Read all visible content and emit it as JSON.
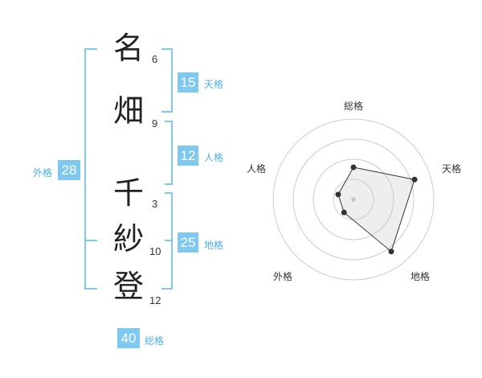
{
  "name": {
    "characters": [
      {
        "char": "名",
        "strokes": "6"
      },
      {
        "char": "畑",
        "strokes": "9"
      },
      {
        "char": "千",
        "strokes": "3"
      },
      {
        "char": "紗",
        "strokes": "10"
      },
      {
        "char": "登",
        "strokes": "12"
      }
    ]
  },
  "fortune": {
    "tenkaku": {
      "value": "15",
      "label": "天格"
    },
    "jinkaku": {
      "value": "12",
      "label": "人格"
    },
    "chikaku": {
      "value": "25",
      "label": "地格"
    },
    "gaikaku": {
      "value": "28",
      "label": "外格"
    },
    "soukaku": {
      "value": "40",
      "label": "総格"
    }
  },
  "colors": {
    "accent": "#7fc9f0",
    "label_blue": "#4fb1e6"
  },
  "chart_data": {
    "type": "radar",
    "axes": [
      "総格",
      "天格",
      "地格",
      "外格",
      "人格"
    ],
    "values": [
      2,
      4,
      4,
      1,
      1
    ],
    "max": 5,
    "rings": 4,
    "grid": true
  }
}
